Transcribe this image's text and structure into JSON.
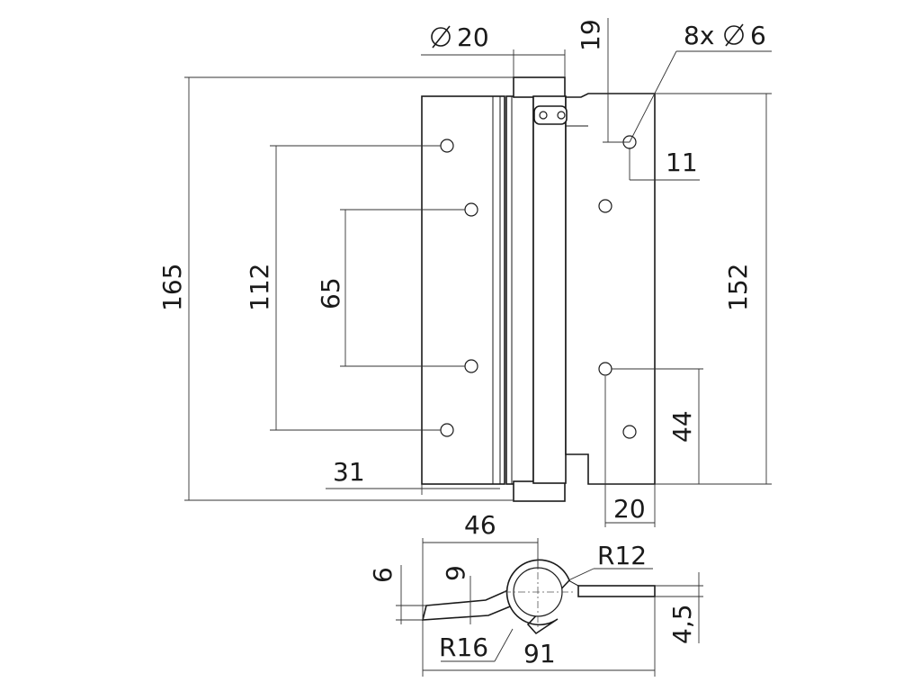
{
  "labels": {
    "pin_diameter": "20",
    "offset_top": "19",
    "holes_spec": "8x",
    "holes_diameter": "6",
    "hole_edge": "11",
    "total_height": "165",
    "outer_hole_span": "112",
    "inner_hole_span": "65",
    "leaf_height": "152",
    "lower_hole": "44",
    "left_hole_offset": "31",
    "right_hole_offset": "20",
    "section_width": "46",
    "leaf_offset": "6",
    "knuckle_offset": "9",
    "radius_knuckle": "R12",
    "radius_bend": "R16",
    "overall_width": "91",
    "leaf_thickness": "4,5"
  },
  "icons": {
    "diameter_symbol": "diameter-icon"
  }
}
